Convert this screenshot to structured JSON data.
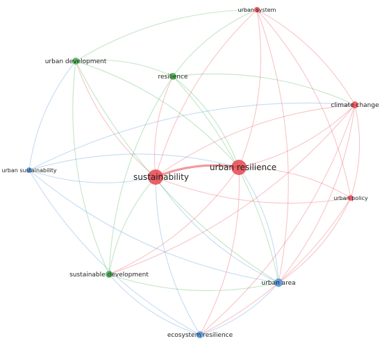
{
  "network": {
    "colors": {
      "red": "#e8474f",
      "green": "#3fb24a",
      "blue": "#4a90d9"
    },
    "nodes": [
      {
        "id": "urban_system",
        "label": "urban system",
        "cluster": "red"
      },
      {
        "id": "urban_development",
        "label": "urban development",
        "cluster": "green"
      },
      {
        "id": "resilience",
        "label": "resilience",
        "cluster": "green"
      },
      {
        "id": "climate_change",
        "label": "climate change",
        "cluster": "red"
      },
      {
        "id": "urban_sustainability",
        "label": "urban sustainability",
        "cluster": "blue"
      },
      {
        "id": "sustainability",
        "label": "sustainability",
        "cluster": "red"
      },
      {
        "id": "urban_resilience",
        "label": "urban resilience",
        "cluster": "red"
      },
      {
        "id": "urban_policy",
        "label": "urban policy",
        "cluster": "red"
      },
      {
        "id": "sustainable_development",
        "label": "sustainable development",
        "cluster": "green"
      },
      {
        "id": "urban_area",
        "label": "urban area",
        "cluster": "blue"
      },
      {
        "id": "ecosystem_resilience",
        "label": "ecosystem resilience",
        "cluster": "blue"
      }
    ],
    "edges": [
      {
        "source": "sustainability",
        "target": "urban_resilience",
        "color": "red"
      },
      {
        "source": "sustainability",
        "target": "urban_system",
        "color": "red"
      },
      {
        "source": "sustainability",
        "target": "climate_change",
        "color": "red"
      },
      {
        "source": "sustainability",
        "target": "urban_policy",
        "color": "red"
      },
      {
        "source": "urban_resilience",
        "target": "urban_system",
        "color": "red"
      },
      {
        "source": "urban_resilience",
        "target": "climate_change",
        "color": "red"
      },
      {
        "source": "urban_resilience",
        "target": "urban_policy",
        "color": "red"
      },
      {
        "source": "sustainability",
        "target": "urban_development",
        "color": "red"
      },
      {
        "source": "sustainability",
        "target": "resilience",
        "color": "red"
      },
      {
        "source": "sustainability",
        "target": "sustainable_development",
        "color": "green"
      },
      {
        "source": "urban_resilience",
        "target": "sustainable_development",
        "color": "red"
      },
      {
        "source": "urban_resilience",
        "target": "urban_area",
        "color": "blue"
      },
      {
        "source": "urban_resilience",
        "target": "ecosystem_resilience",
        "color": "red"
      },
      {
        "source": "sustainability",
        "target": "urban_area",
        "color": "blue"
      },
      {
        "source": "urban_resilience",
        "target": "resilience",
        "color": "green"
      },
      {
        "source": "urban_development",
        "target": "resilience",
        "color": "green"
      },
      {
        "source": "urban_development",
        "target": "sustainable_development",
        "color": "green"
      },
      {
        "source": "urban_development",
        "target": "urban_area",
        "color": "green"
      },
      {
        "source": "resilience",
        "target": "sustainable_development",
        "color": "green"
      },
      {
        "source": "resilience",
        "target": "urban_area",
        "color": "green"
      },
      {
        "source": "urban_sustainability",
        "target": "urban_area",
        "color": "blue"
      },
      {
        "source": "urban_sustainability",
        "target": "sustainability",
        "color": "blue"
      },
      {
        "source": "urban_sustainability",
        "target": "urban_development",
        "color": "blue"
      },
      {
        "source": "urban_sustainability",
        "target": "ecosystem_resilience",
        "color": "blue"
      },
      {
        "source": "urban_sustainability",
        "target": "urban_resilience",
        "color": "blue"
      },
      {
        "source": "urban_area",
        "target": "ecosystem_resilience",
        "color": "blue"
      },
      {
        "source": "sustainable_development",
        "target": "ecosystem_resilience",
        "color": "blue"
      },
      {
        "source": "sustainability",
        "target": "ecosystem_resilience",
        "color": "blue"
      },
      {
        "source": "urban_system",
        "target": "urban_area",
        "color": "red"
      },
      {
        "source": "climate_change",
        "target": "urban_area",
        "color": "red"
      },
      {
        "source": "urban_policy",
        "target": "urban_area",
        "color": "red"
      },
      {
        "source": "climate_change",
        "target": "ecosystem_resilience",
        "color": "red"
      },
      {
        "source": "urban_system",
        "target": "climate_change",
        "color": "red"
      },
      {
        "source": "urban_system",
        "target": "urban_policy",
        "color": "red"
      },
      {
        "source": "climate_change",
        "target": "urban_policy",
        "color": "red"
      },
      {
        "source": "resilience",
        "target": "climate_change",
        "color": "green"
      },
      {
        "source": "resilience",
        "target": "urban_system",
        "color": "green"
      },
      {
        "source": "urban_development",
        "target": "urban_system",
        "color": "green"
      },
      {
        "source": "urban_development",
        "target": "urban_resilience",
        "color": "green"
      },
      {
        "source": "sustainable_development",
        "target": "urban_area",
        "color": "green"
      },
      {
        "source": "sustainable_development",
        "target": "climate_change",
        "color": "red"
      },
      {
        "source": "urban_policy",
        "target": "ecosystem_resilience",
        "color": "red"
      },
      {
        "source": "urban_sustainability",
        "target": "climate_change",
        "color": "blue"
      }
    ]
  }
}
